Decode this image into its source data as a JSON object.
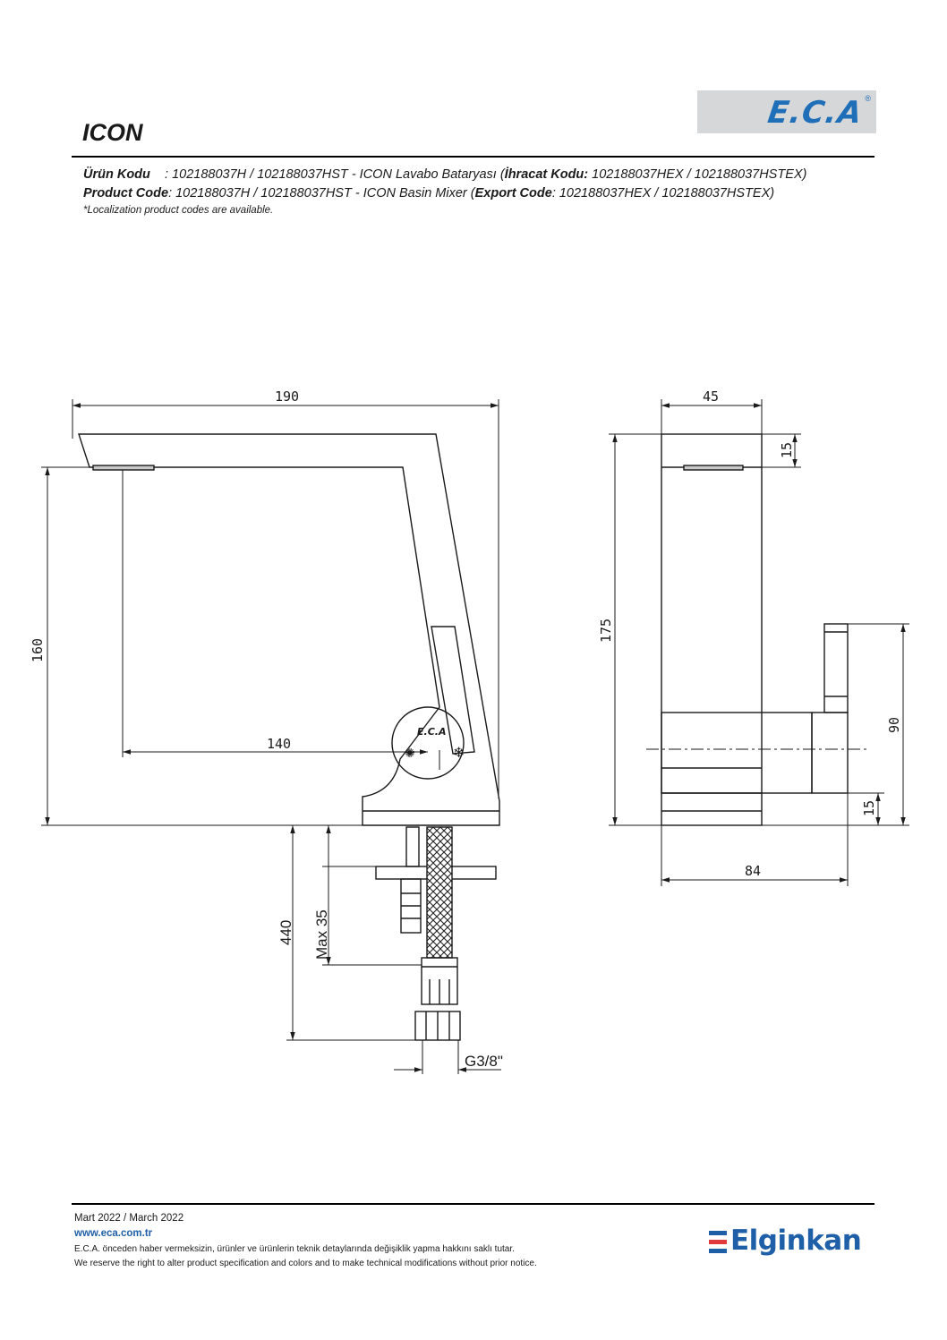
{
  "brand": {
    "logo_text": "E.C.A",
    "logo_mark": "®",
    "logo_color": "#1f6fb8"
  },
  "product": {
    "name": "ICON",
    "tr_label": "Ürün Kodu",
    "tr_text": "    : 102188037H / 102188037HST - ICON Lavabo Bataryası (",
    "tr_export_label": "İhracat Kodu:",
    "tr_export_text": " 102188037HEX / 102188037HSTEX)",
    "en_label": "Product Code",
    "en_text": ": 102188037H / 102188037HST - ICON Basin Mixer (",
    "en_export_label": "Export Code",
    "en_export_text": ": 102188037HEX / 102188037HSTEX)",
    "localization_note": "*Localization product codes are available."
  },
  "drawing": {
    "front": {
      "width": "190",
      "height": "160",
      "reach": "140",
      "hose_length": "440",
      "max_thickness": "Max 35",
      "thread": "G3/8\"",
      "badge_text": "E.C.A"
    },
    "side": {
      "depth": "45",
      "spout_thickness": "15",
      "height": "175",
      "lever_height": "90",
      "base_height": "15",
      "base_depth": "84"
    }
  },
  "footer": {
    "date": "Mart 2022 / March 2022",
    "website": "www.eca.com.tr",
    "notice_tr": "E.C.A. önceden haber vermeksizin, ürünler ve ürünlerin teknik detaylarında değişiklik yapma hakkını saklı tutar.",
    "notice_en": "We reserve the right to alter product specification and colors and to make technical modifications without prior notice.",
    "company": "Elginkan",
    "company_color": "#1f5fa8"
  }
}
